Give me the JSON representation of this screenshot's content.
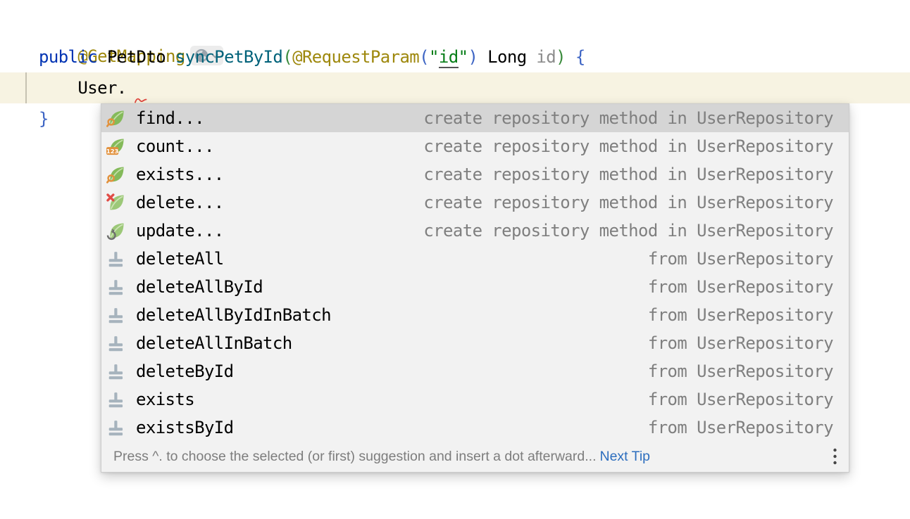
{
  "editor": {
    "line1": {
      "annotation": "@GetMapping"
    },
    "line2": {
      "keyword": "public",
      "plain_a": " PetDto ",
      "method": "syncPetById",
      "paren_open_outer": "(",
      "annotation": "@RequestParam",
      "paren_open_inner": "(",
      "quote_open": "\"",
      "string_id": "id",
      "quote_close": "\"",
      "paren_close_inner": ")",
      "plain_b": " Long ",
      "param": "id",
      "paren_close_outer": ")",
      "space": " ",
      "brace_open": "{"
    },
    "line3": {
      "receiver": "    User."
    },
    "line4": {
      "brace_close": "}"
    }
  },
  "popup": {
    "items": [
      {
        "label": "find...",
        "detail": "create repository method in UserRepository",
        "icon": "spring-find",
        "selected": true
      },
      {
        "label": "count...",
        "detail": "create repository method in UserRepository",
        "icon": "spring-count",
        "selected": false
      },
      {
        "label": "exists...",
        "detail": "create repository method in UserRepository",
        "icon": "spring-find",
        "selected": false
      },
      {
        "label": "delete...",
        "detail": "create repository method in UserRepository",
        "icon": "spring-delete",
        "selected": false
      },
      {
        "label": "update...",
        "detail": "create repository method in UserRepository",
        "icon": "spring-update",
        "selected": false
      },
      {
        "label": "deleteAll",
        "detail": "from UserRepository",
        "icon": "method",
        "selected": false
      },
      {
        "label": "deleteAllById",
        "detail": "from UserRepository",
        "icon": "method",
        "selected": false
      },
      {
        "label": "deleteAllByIdInBatch",
        "detail": "from UserRepository",
        "icon": "method",
        "selected": false
      },
      {
        "label": "deleteAllInBatch",
        "detail": "from UserRepository",
        "icon": "method",
        "selected": false
      },
      {
        "label": "deleteById",
        "detail": "from UserRepository",
        "icon": "method",
        "selected": false
      },
      {
        "label": "exists",
        "detail": "from UserRepository",
        "icon": "method",
        "selected": false
      },
      {
        "label": "existsById",
        "detail": "from UserRepository",
        "icon": "method",
        "selected": false
      }
    ],
    "hint": {
      "text": "Press ^. to choose the selected (or first) suggestion and insert a dot afterward...",
      "link": "Next Tip"
    }
  },
  "icons": {
    "count_badge": "123"
  },
  "colors": {
    "annotation": "#9e880d",
    "keyword": "#0033b3",
    "method_decl": "#00627a",
    "string": "#067d17",
    "current_line": "#f7f3e2",
    "popup_bg": "#f2f2f2",
    "popup_selected": "#d5d5d5",
    "detail_gray": "#7f7f7f",
    "leaf_green": "#84ba5a",
    "badge_orange": "#e2913c",
    "delete_red": "#e04b45",
    "link_blue": "#2d6ebe",
    "error_red": "#e2453c"
  }
}
